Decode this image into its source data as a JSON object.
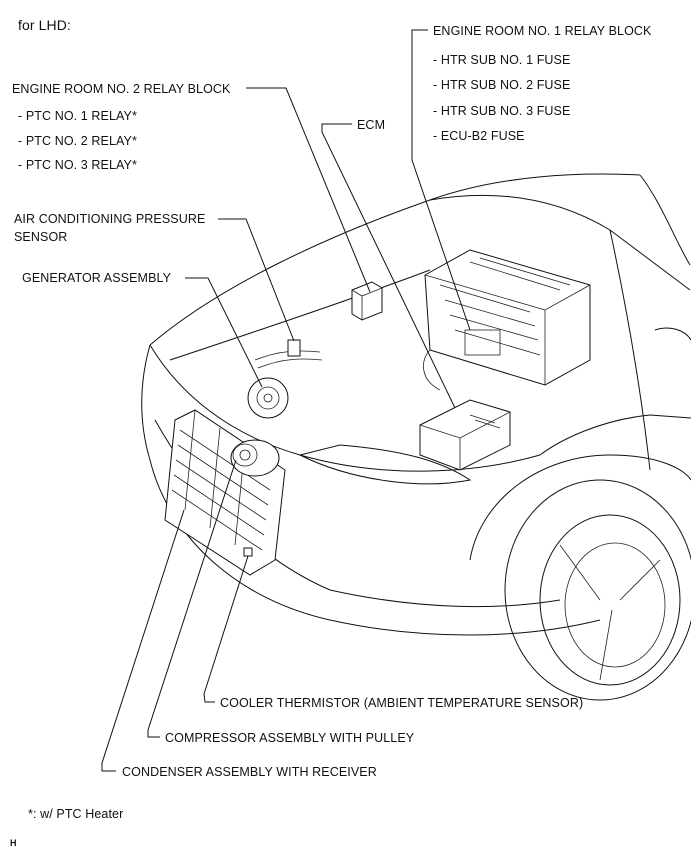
{
  "header": {
    "title": "for LHD:"
  },
  "callouts": {
    "room1": {
      "title": "ENGINE ROOM NO. 1 RELAY BLOCK",
      "items": [
        "- HTR SUB NO. 1 FUSE",
        "- HTR SUB NO. 2 FUSE",
        "- HTR SUB NO. 3 FUSE",
        "- ECU-B2 FUSE"
      ]
    },
    "room2": {
      "title": "ENGINE ROOM NO. 2 RELAY BLOCK",
      "items": [
        "- PTC NO. 1 RELAY*",
        "- PTC NO. 2 RELAY*",
        "- PTC NO. 3 RELAY*"
      ]
    },
    "ecm": "ECM",
    "pressure_sensor": {
      "line1": "AIR CONDITIONING PRESSURE",
      "line2": "SENSOR"
    },
    "generator": "GENERATOR ASSEMBLY",
    "cooler_thermistor": "COOLER THERMISTOR (AMBIENT TEMPERATURE SENSOR)",
    "compressor": "COMPRESSOR ASSEMBLY WITH PULLEY",
    "condenser": "CONDENSER ASSEMBLY WITH RECEIVER"
  },
  "footnote": "*: w/ PTC Heater",
  "corner_mark": "H"
}
